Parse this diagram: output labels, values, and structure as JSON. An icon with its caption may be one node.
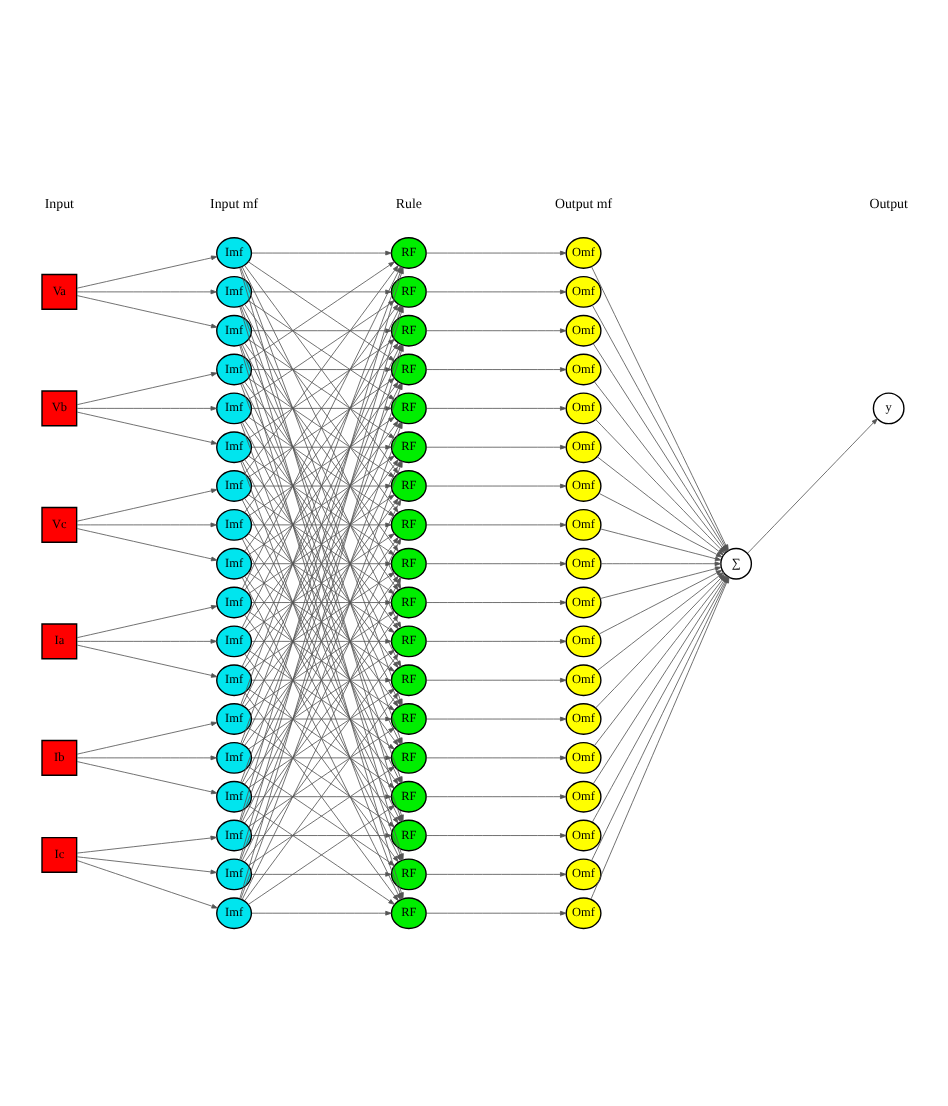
{
  "diagram": {
    "nodes": [
      {
        "text": [
          "Va"
        ]
      },
      {
        "text": [
          "Vb"
        ]
      },
      {
        "text": [
          "Vc"
        ]
      },
      {
        "text": [
          "Ia"
        ]
      },
      {
        "text": [
          "Ib"
        ]
      },
      {
        "text": [
          "Ic"
        ]
      },
      {
        "text": [
          "Imf"
        ]
      },
      {
        "text": [
          "Imf"
        ]
      },
      {
        "text": [
          "Imf"
        ]
      },
      {
        "text": [
          "Imf"
        ]
      },
      {
        "text": [
          "Imf"
        ]
      },
      {
        "text": [
          "Imf"
        ]
      },
      {
        "text": [
          "Imf"
        ]
      },
      {
        "text": [
          "Imf"
        ]
      },
      {
        "text": [
          "Imf"
        ]
      },
      {
        "text": [
          "Imf"
        ]
      },
      {
        "text": [
          "Imf"
        ]
      },
      {
        "text": [
          "Imf"
        ]
      },
      {
        "text": [
          "Imf"
        ]
      },
      {
        "text": [
          "Imf"
        ]
      },
      {
        "text": [
          "Imf"
        ]
      },
      {
        "text": [
          "Imf"
        ]
      },
      {
        "text": [
          "Imf"
        ]
      },
      {
        "text": [
          "Imf"
        ]
      },
      {
        "text": [
          "RF"
        ]
      },
      {
        "text": [
          "RF"
        ]
      },
      {
        "text": [
          "RF"
        ]
      },
      {
        "text": [
          "RF"
        ]
      },
      {
        "text": [
          "RF"
        ]
      },
      {
        "text": [
          "RF"
        ]
      },
      {
        "text": [
          "RF"
        ]
      },
      {
        "text": [
          "RF"
        ]
      },
      {
        "text": [
          "RF"
        ]
      },
      {
        "text": [
          "RF"
        ]
      },
      {
        "text": [
          "RF"
        ]
      },
      {
        "text": [
          "RF"
        ]
      },
      {
        "text": [
          "RF"
        ]
      },
      {
        "text": [
          "RF"
        ]
      },
      {
        "text": [
          "RF"
        ]
      },
      {
        "text": [
          "RF"
        ]
      },
      {
        "text": [
          "RF"
        ]
      },
      {
        "text": [
          "RF"
        ]
      },
      {
        "text": [
          "Omf"
        ]
      },
      {
        "text": [
          "Omf"
        ]
      },
      {
        "text": [
          "Omf"
        ]
      },
      {
        "text": [
          "Omf"
        ]
      },
      {
        "text": [
          "Omf"
        ]
      },
      {
        "text": [
          "Omf"
        ]
      },
      {
        "text": [
          "Omf"
        ]
      },
      {
        "text": [
          "Omf"
        ]
      },
      {
        "text": [
          "Omf"
        ]
      },
      {
        "text": [
          "Omf"
        ]
      },
      {
        "text": [
          "Omf"
        ]
      },
      {
        "text": [
          "Omf"
        ]
      },
      {
        "text": [
          "Omf"
        ]
      },
      {
        "text": [
          "Omf"
        ]
      },
      {
        "text": [
          "Omf"
        ]
      },
      {
        "text": [
          "Omf"
        ]
      },
      {
        "text": [
          "Omf"
        ]
      },
      {
        "text": [
          "Omf"
        ]
      },
      {
        "text": [
          "∑"
        ]
      },
      {
        "text": [
          "y"
        ]
      }
    ],
    "edges": [
      {
        "from": 0,
        "to": 6,
        "arrow": "to"
      },
      {
        "from": 0,
        "to": 7,
        "arrow": "to"
      },
      {
        "from": 0,
        "to": 8,
        "arrow": "to"
      },
      {
        "from": 1,
        "to": 9,
        "arrow": "to"
      },
      {
        "from": 1,
        "to": 10,
        "arrow": "to"
      },
      {
        "from": 1,
        "to": 11,
        "arrow": "to"
      },
      {
        "from": 2,
        "to": 12,
        "arrow": "to"
      },
      {
        "from": 2,
        "to": 13,
        "arrow": "to"
      },
      {
        "from": 2,
        "to": 14,
        "arrow": "to"
      },
      {
        "from": 3,
        "to": 15,
        "arrow": "to"
      },
      {
        "from": 3,
        "to": 16,
        "arrow": "to"
      },
      {
        "from": 3,
        "to": 17,
        "arrow": "to"
      },
      {
        "from": 4,
        "to": 18,
        "arrow": "to"
      },
      {
        "from": 4,
        "to": 19,
        "arrow": "to"
      },
      {
        "from": 4,
        "to": 20,
        "arrow": "to"
      },
      {
        "from": 5,
        "to": 21,
        "arrow": "to"
      },
      {
        "from": 5,
        "to": 22,
        "arrow": "to"
      },
      {
        "from": 5,
        "to": 23,
        "arrow": "to"
      },
      {
        "from": 6,
        "to": 24,
        "arrow": "to"
      },
      {
        "from": 9,
        "to": 24,
        "arrow": "to"
      },
      {
        "from": 12,
        "to": 24,
        "arrow": "to"
      },
      {
        "from": 15,
        "to": 24,
        "arrow": "to"
      },
      {
        "from": 18,
        "to": 24,
        "arrow": "to"
      },
      {
        "from": 21,
        "to": 24,
        "arrow": "to"
      },
      {
        "from": 7,
        "to": 25,
        "arrow": "to"
      },
      {
        "from": 10,
        "to": 25,
        "arrow": "to"
      },
      {
        "from": 13,
        "to": 25,
        "arrow": "to"
      },
      {
        "from": 16,
        "to": 25,
        "arrow": "to"
      },
      {
        "from": 19,
        "to": 25,
        "arrow": "to"
      },
      {
        "from": 22,
        "to": 25,
        "arrow": "to"
      },
      {
        "from": 8,
        "to": 26,
        "arrow": "to"
      },
      {
        "from": 11,
        "to": 26,
        "arrow": "to"
      },
      {
        "from": 14,
        "to": 26,
        "arrow": "to"
      },
      {
        "from": 17,
        "to": 26,
        "arrow": "to"
      },
      {
        "from": 20,
        "to": 26,
        "arrow": "to"
      },
      {
        "from": 23,
        "to": 26,
        "arrow": "to"
      },
      {
        "from": 6,
        "to": 27,
        "arrow": "to"
      },
      {
        "from": 9,
        "to": 27,
        "arrow": "to"
      },
      {
        "from": 12,
        "to": 27,
        "arrow": "to"
      },
      {
        "from": 15,
        "to": 27,
        "arrow": "to"
      },
      {
        "from": 18,
        "to": 27,
        "arrow": "to"
      },
      {
        "from": 21,
        "to": 27,
        "arrow": "to"
      },
      {
        "from": 7,
        "to": 28,
        "arrow": "to"
      },
      {
        "from": 10,
        "to": 28,
        "arrow": "to"
      },
      {
        "from": 13,
        "to": 28,
        "arrow": "to"
      },
      {
        "from": 16,
        "to": 28,
        "arrow": "to"
      },
      {
        "from": 19,
        "to": 28,
        "arrow": "to"
      },
      {
        "from": 22,
        "to": 28,
        "arrow": "to"
      },
      {
        "from": 8,
        "to": 29,
        "arrow": "to"
      },
      {
        "from": 11,
        "to": 29,
        "arrow": "to"
      },
      {
        "from": 14,
        "to": 29,
        "arrow": "to"
      },
      {
        "from": 17,
        "to": 29,
        "arrow": "to"
      },
      {
        "from": 20,
        "to": 29,
        "arrow": "to"
      },
      {
        "from": 23,
        "to": 29,
        "arrow": "to"
      },
      {
        "from": 6,
        "to": 30,
        "arrow": "to"
      },
      {
        "from": 9,
        "to": 30,
        "arrow": "to"
      },
      {
        "from": 12,
        "to": 30,
        "arrow": "to"
      },
      {
        "from": 15,
        "to": 30,
        "arrow": "to"
      },
      {
        "from": 18,
        "to": 30,
        "arrow": "to"
      },
      {
        "from": 21,
        "to": 30,
        "arrow": "to"
      },
      {
        "from": 7,
        "to": 31,
        "arrow": "to"
      },
      {
        "from": 10,
        "to": 31,
        "arrow": "to"
      },
      {
        "from": 13,
        "to": 31,
        "arrow": "to"
      },
      {
        "from": 16,
        "to": 31,
        "arrow": "to"
      },
      {
        "from": 19,
        "to": 31,
        "arrow": "to"
      },
      {
        "from": 22,
        "to": 31,
        "arrow": "to"
      },
      {
        "from": 8,
        "to": 32,
        "arrow": "to"
      },
      {
        "from": 11,
        "to": 32,
        "arrow": "to"
      },
      {
        "from": 14,
        "to": 32,
        "arrow": "to"
      },
      {
        "from": 17,
        "to": 32,
        "arrow": "to"
      },
      {
        "from": 20,
        "to": 32,
        "arrow": "to"
      },
      {
        "from": 23,
        "to": 32,
        "arrow": "to"
      },
      {
        "from": 6,
        "to": 33,
        "arrow": "to"
      },
      {
        "from": 9,
        "to": 33,
        "arrow": "to"
      },
      {
        "from": 12,
        "to": 33,
        "arrow": "to"
      },
      {
        "from": 15,
        "to": 33,
        "arrow": "to"
      },
      {
        "from": 18,
        "to": 33,
        "arrow": "to"
      },
      {
        "from": 21,
        "to": 33,
        "arrow": "to"
      },
      {
        "from": 7,
        "to": 34,
        "arrow": "to"
      },
      {
        "from": 10,
        "to": 34,
        "arrow": "to"
      },
      {
        "from": 13,
        "to": 34,
        "arrow": "to"
      },
      {
        "from": 16,
        "to": 34,
        "arrow": "to"
      },
      {
        "from": 19,
        "to": 34,
        "arrow": "to"
      },
      {
        "from": 22,
        "to": 34,
        "arrow": "to"
      },
      {
        "from": 8,
        "to": 35,
        "arrow": "to"
      },
      {
        "from": 11,
        "to": 35,
        "arrow": "to"
      },
      {
        "from": 14,
        "to": 35,
        "arrow": "to"
      },
      {
        "from": 17,
        "to": 35,
        "arrow": "to"
      },
      {
        "from": 20,
        "to": 35,
        "arrow": "to"
      },
      {
        "from": 23,
        "to": 35,
        "arrow": "to"
      },
      {
        "from": 6,
        "to": 36,
        "arrow": "to"
      },
      {
        "from": 9,
        "to": 36,
        "arrow": "to"
      },
      {
        "from": 12,
        "to": 36,
        "arrow": "to"
      },
      {
        "from": 15,
        "to": 36,
        "arrow": "to"
      },
      {
        "from": 18,
        "to": 36,
        "arrow": "to"
      },
      {
        "from": 21,
        "to": 36,
        "arrow": "to"
      },
      {
        "from": 7,
        "to": 37,
        "arrow": "to"
      },
      {
        "from": 10,
        "to": 37,
        "arrow": "to"
      },
      {
        "from": 13,
        "to": 37,
        "arrow": "to"
      },
      {
        "from": 16,
        "to": 37,
        "arrow": "to"
      },
      {
        "from": 19,
        "to": 37,
        "arrow": "to"
      },
      {
        "from": 22,
        "to": 37,
        "arrow": "to"
      },
      {
        "from": 8,
        "to": 38,
        "arrow": "to"
      },
      {
        "from": 11,
        "to": 38,
        "arrow": "to"
      },
      {
        "from": 14,
        "to": 38,
        "arrow": "to"
      },
      {
        "from": 17,
        "to": 38,
        "arrow": "to"
      },
      {
        "from": 20,
        "to": 38,
        "arrow": "to"
      },
      {
        "from": 23,
        "to": 38,
        "arrow": "to"
      },
      {
        "from": 6,
        "to": 39,
        "arrow": "to"
      },
      {
        "from": 9,
        "to": 39,
        "arrow": "to"
      },
      {
        "from": 12,
        "to": 39,
        "arrow": "to"
      },
      {
        "from": 15,
        "to": 39,
        "arrow": "to"
      },
      {
        "from": 18,
        "to": 39,
        "arrow": "to"
      },
      {
        "from": 21,
        "to": 39,
        "arrow": "to"
      },
      {
        "from": 7,
        "to": 40,
        "arrow": "to"
      },
      {
        "from": 10,
        "to": 40,
        "arrow": "to"
      },
      {
        "from": 13,
        "to": 40,
        "arrow": "to"
      },
      {
        "from": 16,
        "to": 40,
        "arrow": "to"
      },
      {
        "from": 19,
        "to": 40,
        "arrow": "to"
      },
      {
        "from": 22,
        "to": 40,
        "arrow": "to"
      },
      {
        "from": 8,
        "to": 41,
        "arrow": "to"
      },
      {
        "from": 11,
        "to": 41,
        "arrow": "to"
      },
      {
        "from": 14,
        "to": 41,
        "arrow": "to"
      },
      {
        "from": 17,
        "to": 41,
        "arrow": "to"
      },
      {
        "from": 20,
        "to": 41,
        "arrow": "to"
      },
      {
        "from": 23,
        "to": 41,
        "arrow": "to"
      },
      {
        "from": 24,
        "to": 42,
        "arrow": "to"
      },
      {
        "from": 25,
        "to": 43,
        "arrow": "to"
      },
      {
        "from": 26,
        "to": 44,
        "arrow": "to"
      },
      {
        "from": 27,
        "to": 45,
        "arrow": "to"
      },
      {
        "from": 28,
        "to": 46,
        "arrow": "to"
      },
      {
        "from": 29,
        "to": 47,
        "arrow": "to"
      },
      {
        "from": 30,
        "to": 48,
        "arrow": "to"
      },
      {
        "from": 31,
        "to": 49,
        "arrow": "to"
      },
      {
        "from": 32,
        "to": 50,
        "arrow": "to"
      },
      {
        "from": 33,
        "to": 51,
        "arrow": "to"
      },
      {
        "from": 34,
        "to": 52,
        "arrow": "to"
      },
      {
        "from": 35,
        "to": 53,
        "arrow": "to"
      },
      {
        "from": 36,
        "to": 54,
        "arrow": "to"
      },
      {
        "from": 37,
        "to": 55,
        "arrow": "to"
      },
      {
        "from": 38,
        "to": 56,
        "arrow": "to"
      },
      {
        "from": 39,
        "to": 57,
        "arrow": "to"
      },
      {
        "from": 40,
        "to": 58,
        "arrow": "to"
      },
      {
        "from": 41,
        "to": 59,
        "arrow": "to"
      },
      {
        "from": 42,
        "to": 60,
        "arrow": "to"
      },
      {
        "from": 43,
        "to": 60,
        "arrow": "to"
      },
      {
        "from": 44,
        "to": 60,
        "arrow": "to"
      },
      {
        "from": 45,
        "to": 60,
        "arrow": "to"
      },
      {
        "from": 46,
        "to": 60,
        "arrow": "to"
      },
      {
        "from": 47,
        "to": 60,
        "arrow": "to"
      },
      {
        "from": 48,
        "to": 60,
        "arrow": "to"
      },
      {
        "from": 49,
        "to": 60,
        "arrow": "to"
      },
      {
        "from": 50,
        "to": 60,
        "arrow": "to"
      },
      {
        "from": 51,
        "to": 60,
        "arrow": "to"
      },
      {
        "from": 52,
        "to": 60,
        "arrow": "to"
      },
      {
        "from": 53,
        "to": 60,
        "arrow": "to"
      },
      {
        "from": 54,
        "to": 60,
        "arrow": "to"
      },
      {
        "from": 55,
        "to": 60,
        "arrow": "to"
      },
      {
        "from": 56,
        "to": 60,
        "arrow": "to"
      },
      {
        "from": 57,
        "to": 60,
        "arrow": "to"
      },
      {
        "from": 58,
        "to": 60,
        "arrow": "to"
      },
      {
        "from": 59,
        "to": 60,
        "arrow": "to"
      },
      {
        "from": 60,
        "to": 61,
        "arrow": "to"
      }
    ],
    "labels": [
      "Input",
      "Input mf",
      "Rule",
      "Output mf",
      "Output"
    ]
  }
}
